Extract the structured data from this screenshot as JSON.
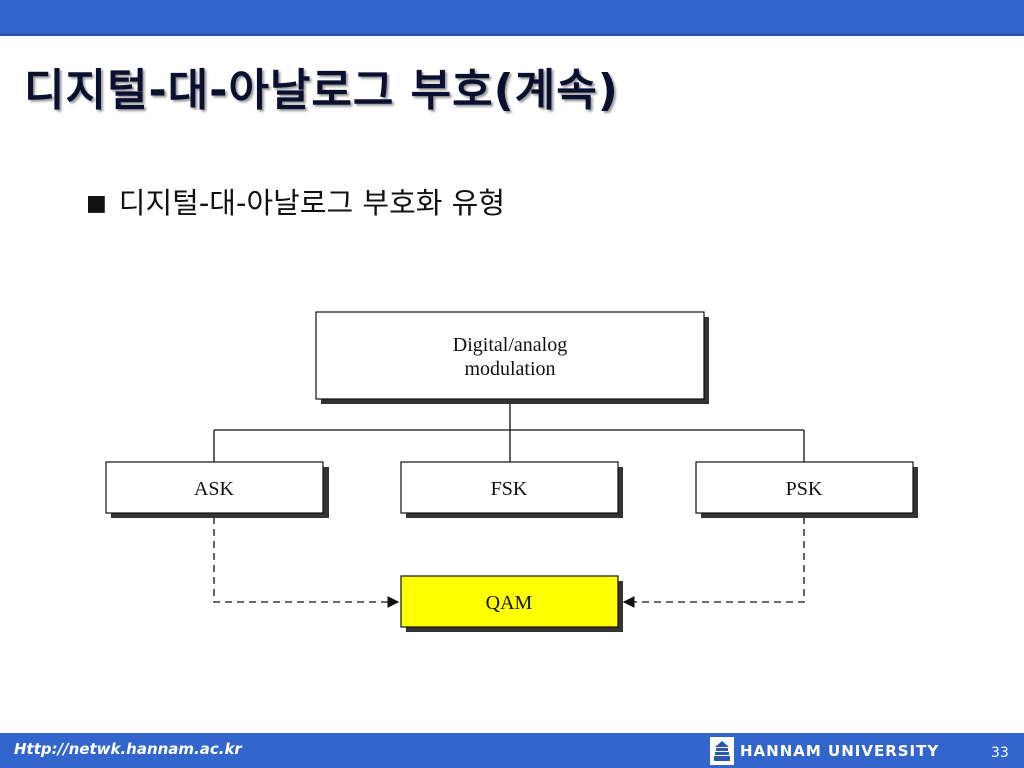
{
  "slide": {
    "title": "디지털-대-아날로그 부호(계속)",
    "bullet_marker": "■",
    "bullet_text": "디지털-대-아날로그 부호화 유형"
  },
  "diagram": {
    "root": {
      "line1": "Digital/analog",
      "line2": "modulation"
    },
    "children": [
      "ASK",
      "FSK",
      "PSK"
    ],
    "combined": "QAM",
    "combined_fill": "#ffff00"
  },
  "footer": {
    "url": "Http://netwk.hannam.ac.kr",
    "university": "HANNAM  UNIVERSITY",
    "page_number": "33"
  },
  "colors": {
    "header_bar": "#3366cc",
    "footer_bar": "#3366cc"
  }
}
